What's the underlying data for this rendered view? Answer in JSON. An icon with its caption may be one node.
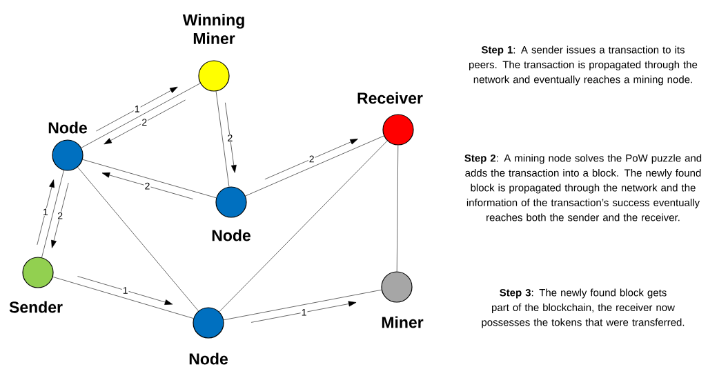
{
  "diagram": {
    "nodes": [
      {
        "text": [
          "Winning Miner"
        ]
      },
      {
        "text": [
          "Receiver"
        ]
      },
      {
        "text": [
          "Node"
        ]
      },
      {
        "text": [
          "Node"
        ]
      },
      {
        "text": [
          "Sender"
        ]
      },
      {
        "text": [
          "Miner"
        ]
      },
      {
        "text": [
          "Node"
        ]
      }
    ],
    "edges": [
      {
        "from": 2,
        "to": 0,
        "arrow": "none"
      },
      {
        "from": 0,
        "to": 3,
        "arrow": "none"
      },
      {
        "from": 2,
        "to": 3,
        "arrow": "none"
      },
      {
        "from": 3,
        "to": 1,
        "arrow": "none"
      },
      {
        "from": 1,
        "to": 5,
        "arrow": "none"
      },
      {
        "from": 2,
        "to": 4,
        "arrow": "none"
      },
      {
        "from": 2,
        "to": 6,
        "arrow": "none"
      },
      {
        "from": 4,
        "to": 6,
        "arrow": "none"
      },
      {
        "from": 6,
        "to": 1,
        "arrow": "none"
      },
      {
        "from": 6,
        "to": 5,
        "arrow": "none"
      },
      {
        "from": 2,
        "to": 0,
        "arrow": "to",
        "label": "1"
      },
      {
        "from": 0,
        "to": 2,
        "arrow": "to",
        "label": "2"
      },
      {
        "from": 0,
        "to": 3,
        "arrow": "to",
        "label": "2"
      },
      {
        "from": 3,
        "to": 1,
        "arrow": "to",
        "label": "2"
      },
      {
        "from": 3,
        "to": 2,
        "arrow": "to",
        "label": "2"
      },
      {
        "from": 4,
        "to": 2,
        "arrow": "to",
        "label": "1"
      },
      {
        "from": 2,
        "to": 4,
        "arrow": "to",
        "label": "2"
      },
      {
        "from": 4,
        "to": 6,
        "arrow": "to",
        "label": "1"
      },
      {
        "from": 6,
        "to": 5,
        "arrow": "to",
        "label": "1"
      }
    ],
    "labels": [
      "**Step 1**: A sender issues a transaction to its peers. The transaction is propagated through the network and eventually reaches a mining node.",
      "**Step 2**: A mining node solves the PoW puzzle and adds the transaction into a block. The newly found block is propagated through the network and the information of the transaction’s success eventually reaches both the sender and the receiver.",
      "**Step 3**: The newly found block gets part of the blockchain, the receiver now possesses the tokens that were transferred."
    ]
  }
}
